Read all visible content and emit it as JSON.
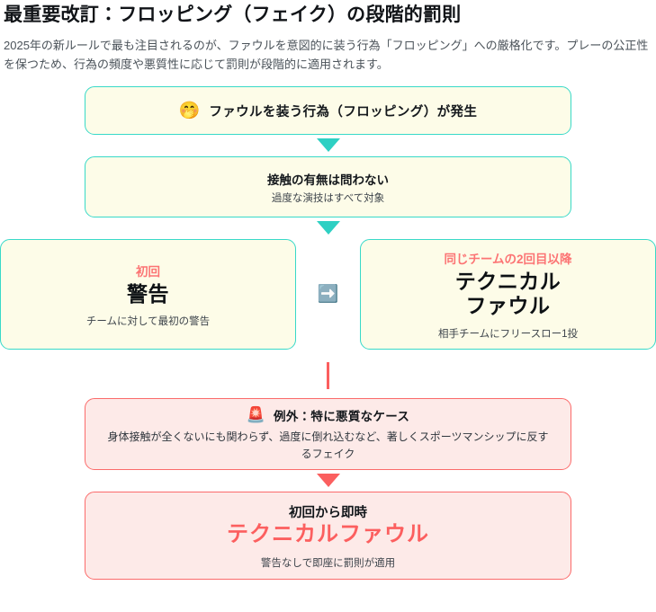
{
  "header": {
    "title": "最重要改訂：フロッピング（フェイク）の段階的罰則",
    "lede": "2025年の新ルールで最も注目されるのが、ファウルを意図的に装う行為「フロッピング」への厳格化です。プレーの公正性を保つため、行為の頻度や悪質性に応じて罰則が段階的に適用されます。"
  },
  "colors": {
    "teal_border": "#38d9c8",
    "cream_fill": "#fdfce8",
    "red_border": "#fb6b6b",
    "pink_fill": "#fdeae8",
    "accent_red": "#fc7474",
    "final_red": "#fc5f5f",
    "connector_teal": "#2ed0c3",
    "connector_red": "#fb5f5f",
    "title_color": "#111418",
    "lede_color": "#4a5259"
  },
  "flow": {
    "origin": {
      "icon": "face-with-open-mouth-emoji",
      "icon_glyph": "🤭",
      "label": "ファウルを装う行為（フロッピング）が発生"
    },
    "connector_1": {
      "icon": "down-triangle-icon",
      "color": "#2ed0c3"
    },
    "scope": {
      "heading": "接触の有無は問わない",
      "sub": "過度な演技はすべて対象"
    },
    "connector_2": {
      "icon": "down-triangle-icon",
      "color": "#2ed0c3"
    },
    "outcomes": [
      {
        "tag": "初回",
        "verdict": "警告",
        "note": "チームに対して最初の警告"
      },
      {
        "tag": "同じチームの2回目以降",
        "verdict": "テクニカル\nファウル",
        "verdict_line1": "テクニカル",
        "verdict_line2": "ファウル",
        "note": "相手チームにフリースロー1投"
      }
    ],
    "between_outcomes": {
      "icon": "right-arrow-emoji",
      "icon_glyph": "➡️"
    },
    "connector_3": {
      "icon": "vertical-line-icon",
      "color": "#fb5f5f"
    },
    "exception": {
      "icon": "police-car-light-emoji",
      "icon_glyph": "🚨",
      "heading": "例外：特に悪質なケース",
      "body": "身体接触が全くないにも関わらず、過度に倒れ込むなど、著しくスポーツマンシップに反するフェイク"
    },
    "connector_4": {
      "icon": "down-triangle-icon",
      "color": "#fb5f5f"
    },
    "final": {
      "tag": "初回から即時",
      "verdict": "テクニカルファウル",
      "note": "警告なしで即座に罰則が適用"
    }
  }
}
